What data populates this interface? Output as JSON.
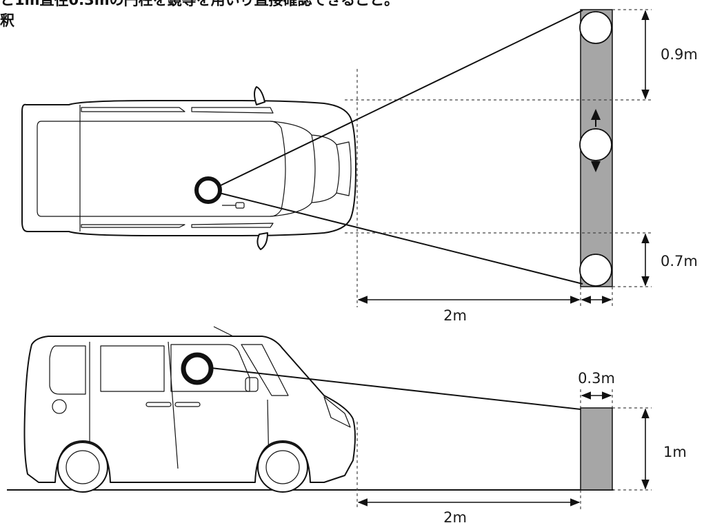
{
  "header": {
    "line1": "と1m直径0.3mの円柱を鏡等を用いり直接確認できること。",
    "line2": "釈"
  },
  "dimensions": {
    "top_width": "0.9m",
    "bottom_width": "0.7m",
    "top_distance": "2m",
    "pole_diameter": "0.3m",
    "pole_height": "1m",
    "side_distance": "2m"
  },
  "colors": {
    "pole_fill": "#a6a6a6",
    "line": "#111111",
    "background": "#ffffff"
  },
  "icons": {
    "eye_marker": "eye-position-icon",
    "movement_arrows": "up-down-arrow-icon"
  }
}
